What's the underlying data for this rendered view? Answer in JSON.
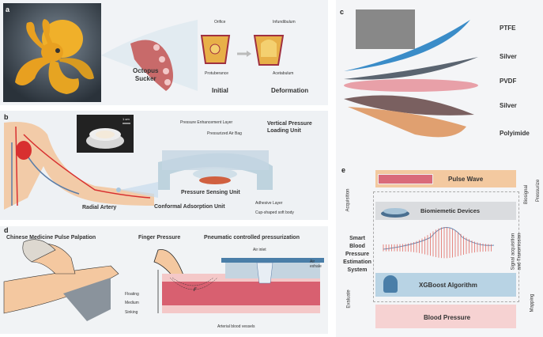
{
  "panel_a": {
    "label": "a",
    "octopus_sucker": [
      "Octopus",
      "Sucker"
    ],
    "initial": {
      "orifice": "Orifice",
      "protuberance": "Protuberance",
      "title": "Initial"
    },
    "deformation": {
      "infundibulum": "Infundibulum",
      "acetabulum": "Acetabulum",
      "title": "Deformation"
    }
  },
  "panel_b": {
    "label": "b",
    "scale_bar": "1 cm",
    "radial_artery": "Radial Artery",
    "pressure_enhancement_layer": "Pressure Enhancement Layer",
    "pressurized_air_bag": "Pressurized Air Bag",
    "vertical_pressure_unit": [
      "Vertical Pressure",
      "Loading Unit"
    ],
    "pressure_sensing_unit": "Pressure Sensing Unit",
    "conformal_adsorption_unit": "Conformal Adsorption Unit",
    "adhesive_layer": "Adhesive Layer",
    "cup_shaped_body": "Cup-shaped soft body"
  },
  "panel_c": {
    "label": "c",
    "layers": [
      "PTFE",
      "Silver",
      "PVDF",
      "Silver",
      "Polyimide"
    ],
    "colors": {
      "ptfe": "#3a8cc8",
      "silver": "#5a6470",
      "pvdf": "#e8a0a8",
      "polyimide": "#e0a070"
    }
  },
  "panel_d": {
    "label": "d",
    "titles": [
      "Chinese Medicine Pulse Palpation",
      "Finger Pressure",
      "Pneumatic controlled pressurization"
    ],
    "force": "F",
    "depths": [
      "Floating",
      "Medium",
      "Sinking"
    ],
    "air_inlet": "Air inlet",
    "air_exhale": [
      "Air",
      "exhale"
    ],
    "vessels": "Arterial blood vessels"
  },
  "panel_e": {
    "label": "e",
    "boxes": [
      "Pulse Wave",
      "Biomiemetic Devices",
      "XGBoost Algorithm",
      "Blood Pressure"
    ],
    "system": [
      "Smart",
      "Blood",
      "Pressure",
      "Estimation",
      "System"
    ],
    "acquisition": "Acquisition",
    "evaluate": "Evaluate",
    "biosignal": "Biosignal",
    "pressurize": "Pressurize",
    "signal": [
      "Signal acquisition",
      "and Transmission"
    ],
    "mapping": "Mapping",
    "colors": {
      "pulse": "#f3c9a0",
      "device": "#dadcdf",
      "xgb": "#b8d3e4",
      "bp": "#f6d2d2"
    }
  }
}
